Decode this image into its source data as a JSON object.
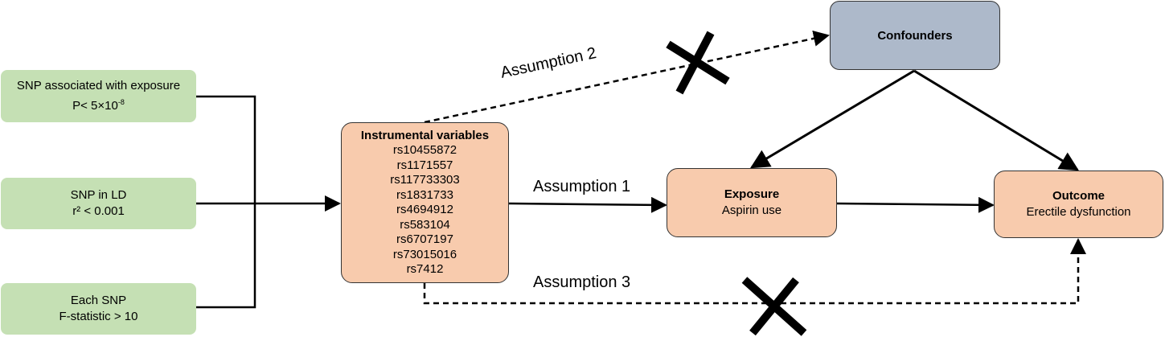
{
  "criteria": [
    {
      "line1": "SNP associated with exposure",
      "line2_prefix": "P< 5×10",
      "line2_exp": "-8"
    },
    {
      "line1": "SNP in LD",
      "line2": "r² < 0.001"
    },
    {
      "line1": "Each SNP",
      "line2": "F-statistic > 10"
    }
  ],
  "instrumental": {
    "title": "Instrumental variables",
    "snps": [
      "rs10455872",
      "rs1171557",
      "rs117733303",
      "rs1831733",
      "rs4694912",
      "rs583104",
      "rs6707197",
      "rs73015016",
      "rs7412"
    ]
  },
  "exposure": {
    "title": "Exposure",
    "subtitle": "Aspirin use"
  },
  "outcome": {
    "title": "Outcome",
    "subtitle": "Erectile dysfunction"
  },
  "confounders": {
    "title": "Confounders"
  },
  "assumptions": {
    "a1": "Assumption 1",
    "a2": "Assumption 2",
    "a3": "Assumption 3"
  },
  "colors": {
    "green": "#c5e0b4",
    "peach": "#f8cbad",
    "grey": "#adb9ca"
  }
}
